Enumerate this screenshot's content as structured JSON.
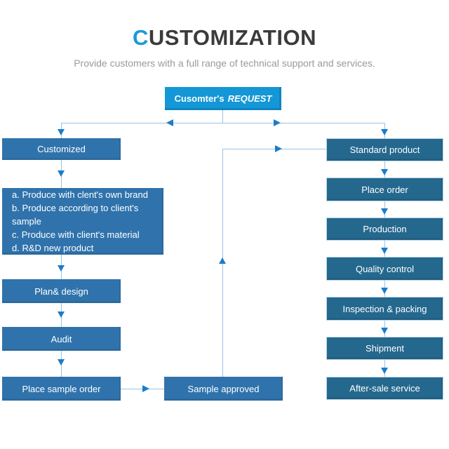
{
  "header": {
    "title_first_letter": "C",
    "title_rest": "USTOMIZATION",
    "subtitle": "Provide customers with a full range of technical support and services."
  },
  "colors": {
    "accent_bright_blue": "#1497d6",
    "left_box_blue": "#3073ac",
    "right_box_teal": "#25688e",
    "connector_line": "#9cc2e4",
    "arrowhead_blue": "#1b7cc9",
    "title_dark": "#3b3b3b",
    "title_c_blue": "#1b9ad7",
    "subtitle_gray": "#9a9a9a"
  },
  "flowchart": {
    "request": {
      "label_plain": "Cusomter's",
      "label_italic": "REQUEST"
    },
    "left_branch": {
      "customized": "Customized",
      "options": [
        "a. Produce with clent's own brand",
        "b. Produce according to client's sample",
        "c. Produce with client's material",
        "d. R&D new product"
      ],
      "steps": [
        "Plan& design",
        "Audit",
        "Place sample order"
      ],
      "sample_approved": "Sample approved"
    },
    "right_branch": {
      "steps": [
        "Standard product",
        "Place order",
        "Production",
        "Quality control",
        "Inspection & packing",
        "Shipment",
        "After-sale service"
      ]
    }
  }
}
